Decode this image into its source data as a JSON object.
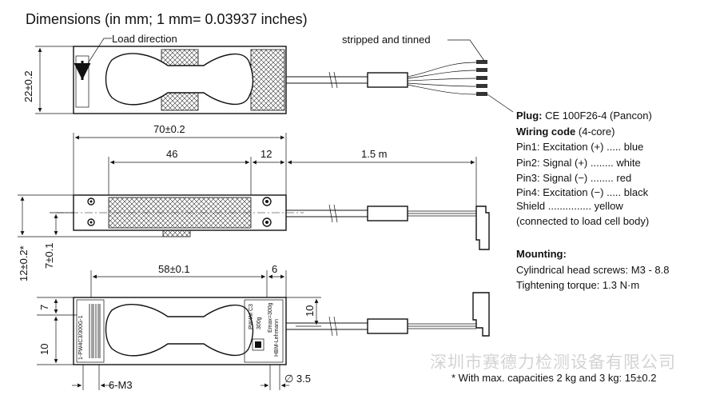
{
  "title": "Dimensions (in mm; 1 mm= 0.03937 inches)",
  "top_view": {
    "load_direction": "Load direction",
    "stripped": "stripped and tinned",
    "height_dim": "22±0.2"
  },
  "side_view": {
    "len_total": "70±0.2",
    "len_46": "46",
    "len_12": "12",
    "cable_len": "1.5 m",
    "h_12": "12±0.2*",
    "h_7": "7±0.1"
  },
  "bottom_view": {
    "len_58": "58±0.1",
    "len_6": "6",
    "dim_7": "7",
    "dim_10_left": "10",
    "dim_10_right": "10",
    "thread": "6-M3",
    "diameter": "∅ 3.5",
    "label_main": "1-PW4C3/300G-1",
    "label_side": "PW4M C3",
    "label_side2": "300g",
    "label_small": "Emax=300g",
    "label_brand": "HBM-Lehmann"
  },
  "plug": {
    "heading": "Plug:",
    "value": "CE 100F26-4 (Pancon)"
  },
  "wiring": {
    "heading": "Wiring code",
    "suffix": "(4-core)",
    "pins": [
      {
        "label": "Pin1: Excitation (+)",
        "dots": ".....",
        "color": "blue"
      },
      {
        "label": "Pin2: Signal (+)",
        "dots": "........",
        "color": "white"
      },
      {
        "label": "Pin3: Signal (−)",
        "dots": "........",
        "color": "red"
      },
      {
        "label": "Pin4: Excitation (−)",
        "dots": ".....",
        "color": "black"
      },
      {
        "label": "Shield",
        "dots": "...............",
        "color": "yellow"
      }
    ],
    "note": "(connected to load cell body)"
  },
  "mounting": {
    "heading": "Mounting:",
    "screws": "Cylindrical head screws: M3 - 8.8",
    "torque": "Tightening torque: 1.3 N·m"
  },
  "watermark": "深圳市赛德力检测设备有限公司",
  "footnote": "* With max. capacities 2 kg and 3 kg: 15±0.2"
}
